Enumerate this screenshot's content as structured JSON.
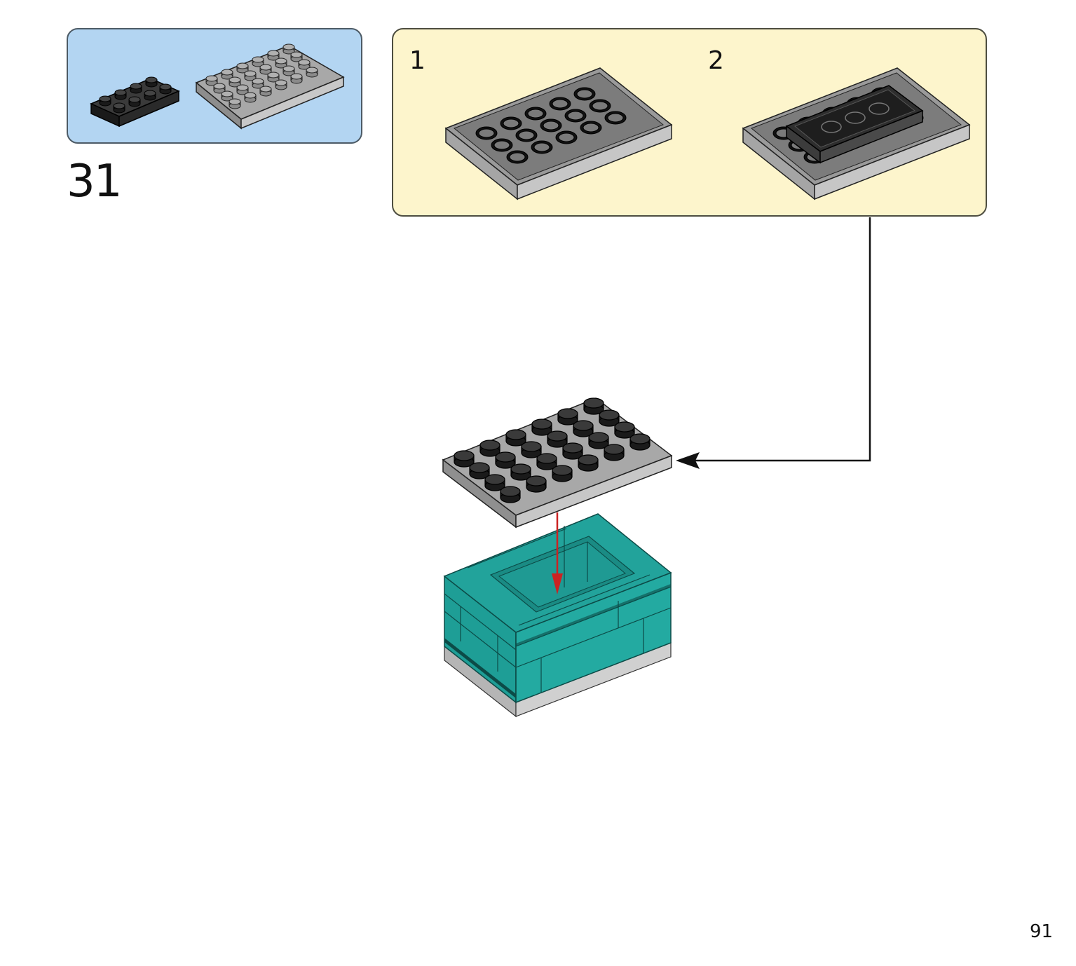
{
  "step": {
    "number": "31"
  },
  "sub_steps": [
    {
      "label": "1"
    },
    {
      "label": "2"
    }
  ],
  "page": {
    "number": "91"
  },
  "colors": {
    "parts_panel": "#b3d5f2",
    "sub_panel": "#fdf5cc",
    "plate_gray": "#a3a3a3",
    "plate_black": "#2a2a2a",
    "teal": "#1fa39a",
    "arrow_red": "#cc2222"
  }
}
